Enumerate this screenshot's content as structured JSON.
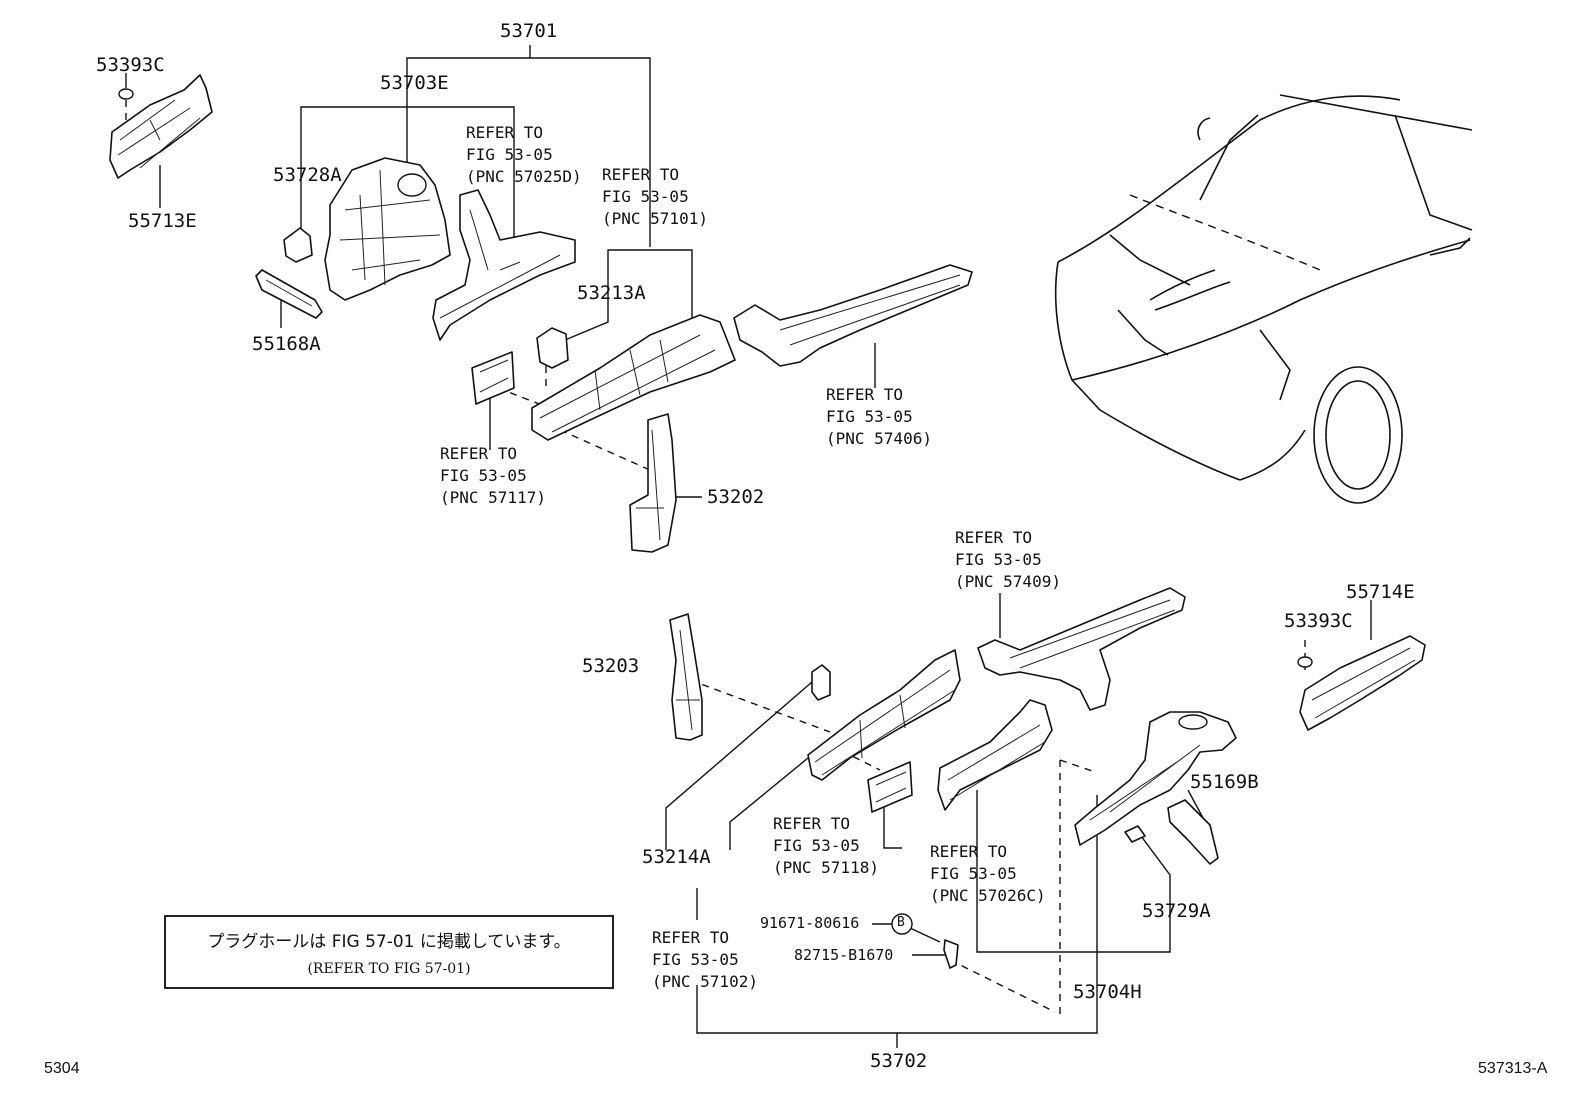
{
  "labels": {
    "p53701": "53701",
    "p53702": "53702",
    "p53393c_l": "53393C",
    "p55713e": "55713E",
    "p53703e": "53703E",
    "p53728a": "53728A",
    "p55168a": "55168A",
    "p53213a": "53213A",
    "p53202": "53202",
    "p53203": "53203",
    "p53214a": "53214A",
    "p55714e": "55714E",
    "p53393c_r": "53393C",
    "p55169b": "55169B",
    "p53729a": "53729A",
    "p53704h": "53704H",
    "p91671": "91671-80616",
    "p82715": "82715-B1670",
    "circle_b": "B"
  },
  "refer_notes": [
    {
      "l1": "REFER TO",
      "l2": "FIG 53-05",
      "l3": "(PNC 57025D)"
    },
    {
      "l1": "REFER TO",
      "l2": "FIG 53-05",
      "l3": "(PNC 57101)"
    },
    {
      "l1": "REFER TO",
      "l2": "FIG 53-05",
      "l3": "(PNC 57406)"
    },
    {
      "l1": "REFER TO",
      "l2": "FIG 53-05",
      "l3": "(PNC 57117)"
    },
    {
      "l1": "REFER TO",
      "l2": "FIG 53-05",
      "l3": "(PNC 57409)"
    },
    {
      "l1": "REFER TO",
      "l2": "FIG 53-05",
      "l3": "(PNC 57118)"
    },
    {
      "l1": "REFER TO",
      "l2": "FIG 53-05",
      "l3": "(PNC 57026C)"
    },
    {
      "l1": "REFER TO",
      "l2": "FIG 53-05",
      "l3": "(PNC 57102)"
    }
  ],
  "note_box": {
    "jp": "プラグホールは FIG 57-01 に掲載しています。",
    "en": "(REFER TO FIG 57-01)"
  },
  "footer": {
    "left": "5304",
    "right": "537313-A"
  }
}
